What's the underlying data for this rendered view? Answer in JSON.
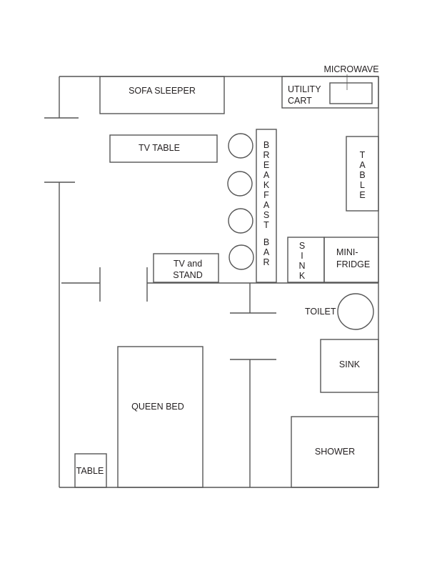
{
  "floorplan": {
    "line_color": "#555555",
    "text_color": "#231f20",
    "rooms": {
      "living": {
        "sofa_sleeper": "SOFA SLEEPER",
        "tv_table": "TV TABLE",
        "tv_and_stand_line1": "TV and",
        "tv_and_stand_line2": "STAND",
        "breakfast_bar": "BREAKFAST BAR",
        "breakfast_bar_letters": [
          "B",
          "R",
          "E",
          "A",
          "K",
          "F",
          "A",
          "S",
          "T",
          " ",
          "B",
          "A",
          "R"
        ],
        "bar_stools": 4
      },
      "kitchen": {
        "utility_cart_line1": "UTILITY",
        "utility_cart_line2": "CART",
        "microwave": "MICROWAVE",
        "table": "TABLE",
        "table_letters": [
          "T",
          "A",
          "B",
          "L",
          "E"
        ],
        "sink": "SINK",
        "sink_letters": [
          "S",
          "I",
          "N",
          "K"
        ],
        "mini_fridge_line1": "MINI-",
        "mini_fridge_line2": "FRIDGE"
      },
      "bathroom": {
        "toilet": "TOILET",
        "sink": "SINK",
        "shower": "SHOWER"
      },
      "bedroom": {
        "queen_bed": "QUEEN BED",
        "table": "TABLE"
      }
    }
  }
}
